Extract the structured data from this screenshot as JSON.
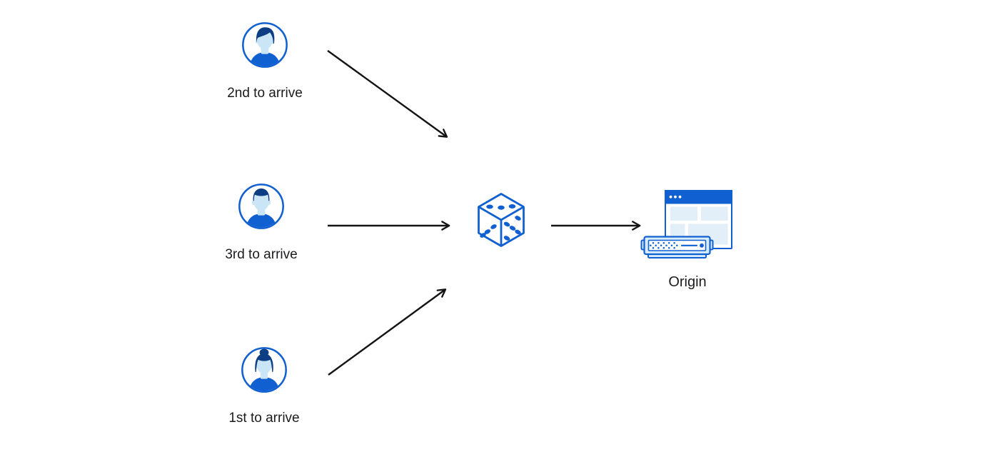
{
  "colors": {
    "blue": "#1160D2",
    "navy": "#0D3D83",
    "skin_blue": "#C9E5F6",
    "pale_blue": "#E2EFF8",
    "frame_blue": "#D8EBF9",
    "arrow": "#141414",
    "label_text": "#1b1b1e"
  },
  "diagram": {
    "clients": [
      {
        "label": "2nd to arrive",
        "icon": "male-avatar-swoop-hair-icon"
      },
      {
        "label": "3rd to arrive",
        "icon": "male-avatar-short-hair-icon"
      },
      {
        "label": "1st to arrive",
        "icon": "female-avatar-bun-hair-icon"
      }
    ],
    "selector": {
      "icon": "dice-icon"
    },
    "origin": {
      "label": "Origin",
      "icon": "origin-server-browser-icon"
    },
    "connections": [
      {
        "from": "2nd to arrive",
        "to": "dice"
      },
      {
        "from": "3rd to arrive",
        "to": "dice"
      },
      {
        "from": "1st to arrive",
        "to": "dice"
      },
      {
        "from": "dice",
        "to": "Origin"
      }
    ]
  }
}
